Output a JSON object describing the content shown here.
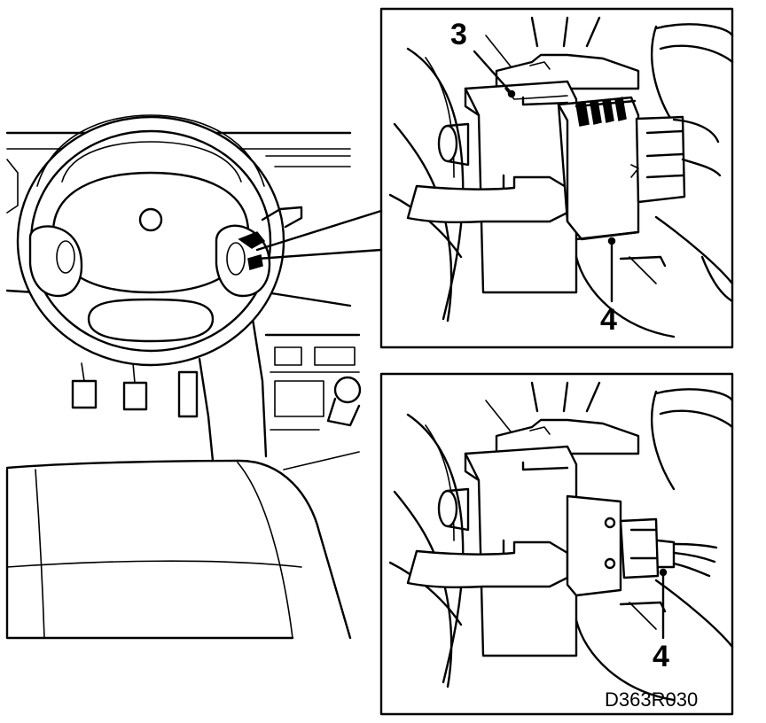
{
  "figure": {
    "code": "D363R030",
    "callouts": {
      "upper_connector": "3",
      "upper_plug": "4",
      "lower_plug": "4"
    }
  },
  "colors": {
    "line": "#000000",
    "background": "#ffffff"
  }
}
